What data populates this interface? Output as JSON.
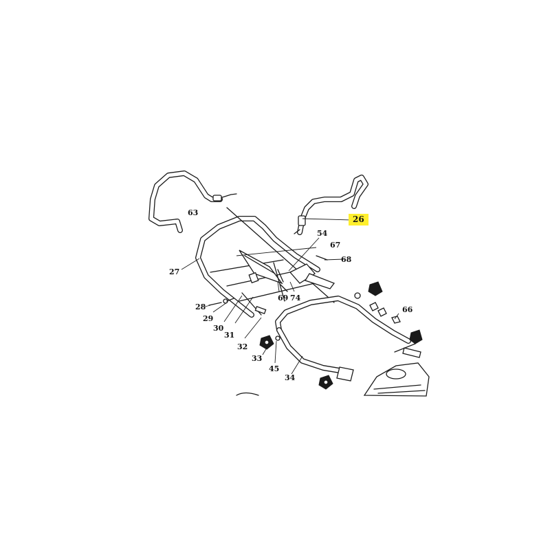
{
  "diagram": {
    "highlight_color": "#ffef2e",
    "callouts": [
      {
        "id": "c63",
        "text": "63"
      },
      {
        "id": "c26",
        "text": "26"
      },
      {
        "id": "c54",
        "text": "54"
      },
      {
        "id": "c67",
        "text": "67"
      },
      {
        "id": "c68",
        "text": "68"
      },
      {
        "id": "c27",
        "text": "27"
      },
      {
        "id": "c28",
        "text": "28"
      },
      {
        "id": "c29",
        "text": "29"
      },
      {
        "id": "c30",
        "text": "30"
      },
      {
        "id": "c31",
        "text": "31"
      },
      {
        "id": "c32",
        "text": "32"
      },
      {
        "id": "c69",
        "text": "69"
      },
      {
        "id": "c74",
        "text": "74"
      },
      {
        "id": "c66",
        "text": "66"
      },
      {
        "id": "c33",
        "text": "33"
      },
      {
        "id": "c45",
        "text": "45"
      },
      {
        "id": "c34",
        "text": "34"
      }
    ]
  }
}
